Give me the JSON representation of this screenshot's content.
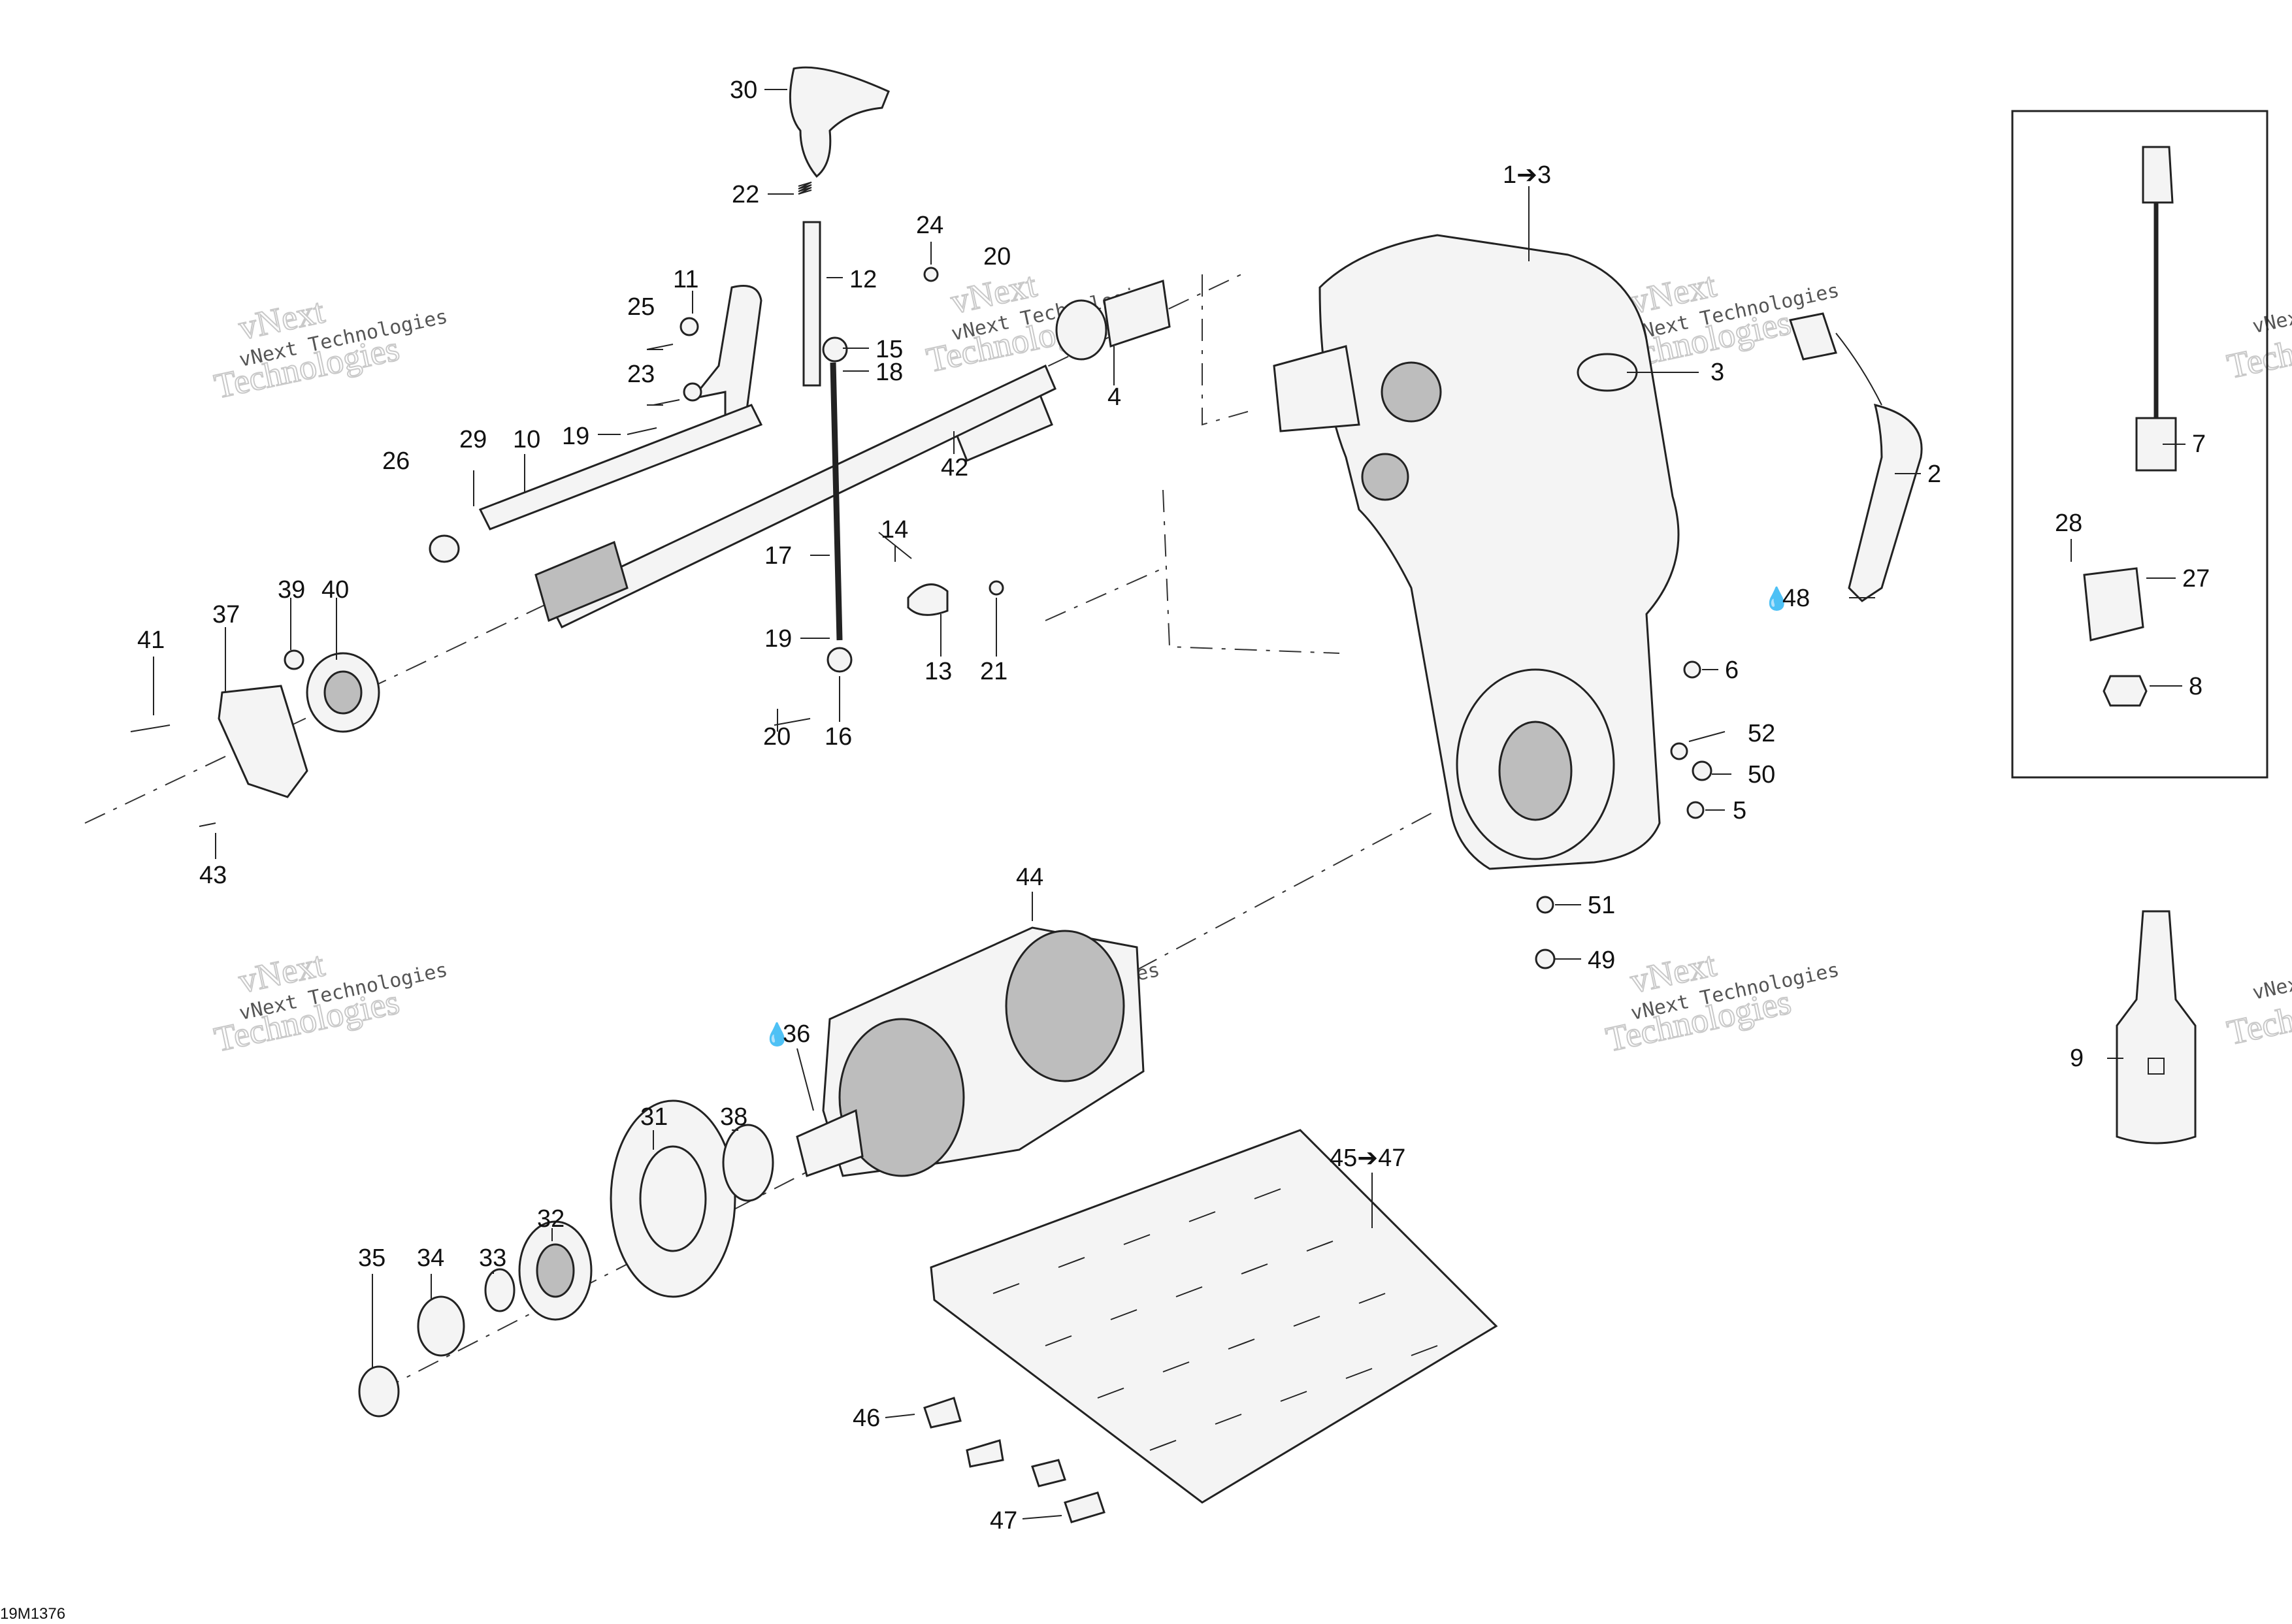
{
  "figure_id": "19M1376",
  "watermark": {
    "line1": "vNext Technologies",
    "line2": "vNext",
    "line3": "Technologies"
  },
  "callouts": [
    "30",
    "22",
    "24",
    "20",
    "12",
    "11",
    "25",
    "23",
    "15",
    "18",
    "4",
    "19",
    "10",
    "29",
    "26",
    "42",
    "17",
    "14",
    "37",
    "39",
    "40",
    "41",
    "13",
    "21",
    "19",
    "20",
    "16",
    "43",
    "1➔3",
    "3",
    "2",
    "7",
    "28",
    "27",
    "8",
    "48",
    "6",
    "52",
    "50",
    "5",
    "51",
    "49",
    "9",
    "44",
    "36",
    "31",
    "38",
    "45➔47",
    "32",
    "35",
    "34",
    "33",
    "46",
    "47"
  ],
  "icons": {
    "oil_drop": "oil-drop-icon",
    "range_arrow": "arrow-right-icon"
  }
}
